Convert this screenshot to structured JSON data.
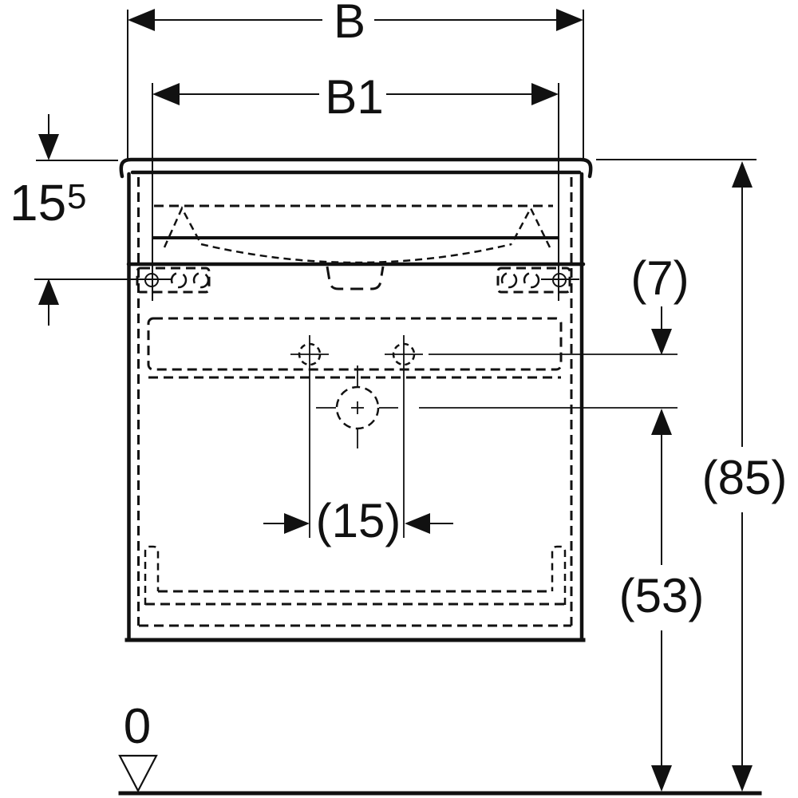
{
  "drawing": {
    "subject": "washbasin-with-cabinet-installation-drawing",
    "view": "front-elevation-with-hidden-lines",
    "colors": {
      "line": "#111111",
      "background": "#ffffff"
    },
    "dimensions": {
      "overall_width": {
        "label": "B"
      },
      "fixing_width": {
        "label": "B1"
      },
      "basin_height": {
        "value": "15",
        "superscript": "5"
      },
      "supply_offset": {
        "label": "(7)"
      },
      "supply_spacing": {
        "label": "(15)"
      },
      "rim_height": {
        "label": "(85)"
      },
      "drain_height": {
        "label": "(53)"
      },
      "datum_level": {
        "label": "0"
      }
    }
  }
}
